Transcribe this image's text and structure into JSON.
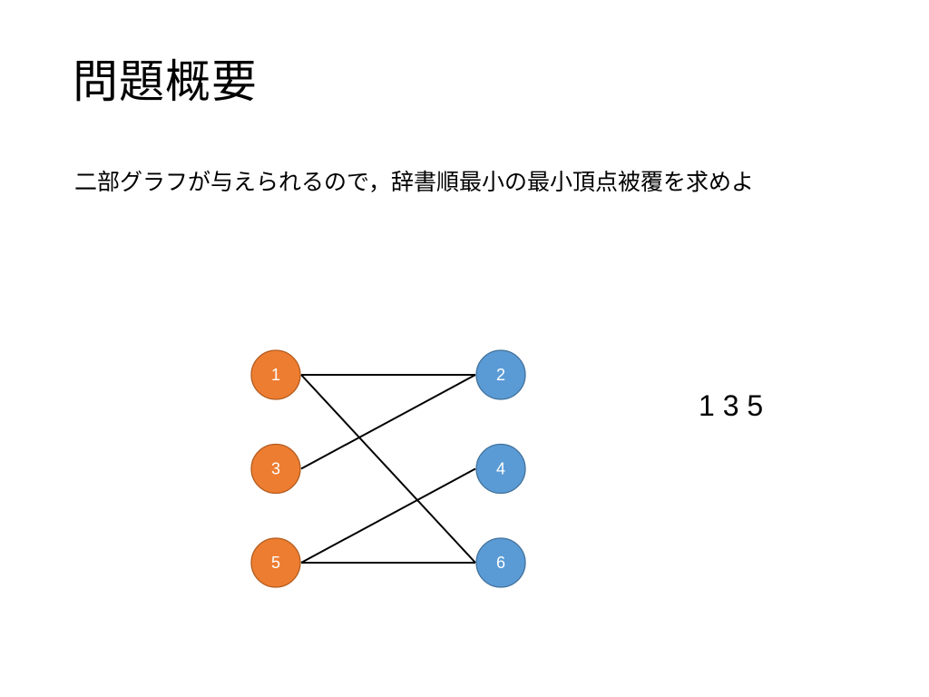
{
  "slide": {
    "title": "問題概要",
    "statement": "二部グラフが与えられるので，辞書順最小の最小頂点被覆を求めよ",
    "answer": "1 3 5"
  },
  "graph": {
    "colors": {
      "left_fill": "#ED7D31",
      "left_stroke": "#B35C1E",
      "right_fill": "#5B9BD5",
      "right_stroke": "#41719C",
      "edge": "#000000"
    },
    "left_nodes": [
      "1",
      "3",
      "5"
    ],
    "right_nodes": [
      "2",
      "4",
      "6"
    ],
    "edges": [
      [
        "1",
        "2"
      ],
      [
        "1",
        "6"
      ],
      [
        "3",
        "2"
      ],
      [
        "5",
        "4"
      ],
      [
        "5",
        "6"
      ]
    ]
  }
}
